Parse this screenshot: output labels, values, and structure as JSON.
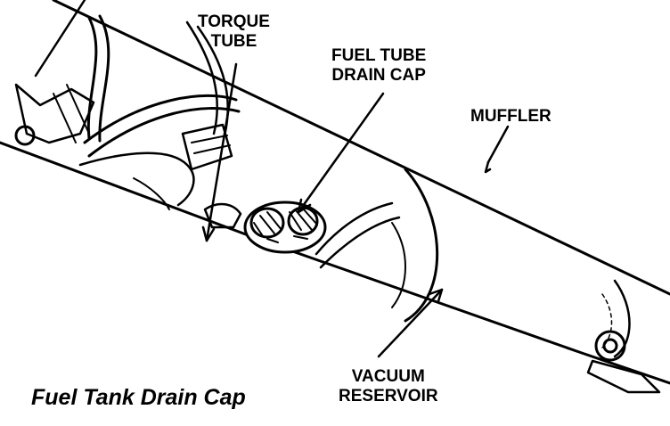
{
  "labels": {
    "torque_tube": [
      "TORQUE",
      "TUBE"
    ],
    "fuel_tube_drain_cap": [
      "FUEL TUBE",
      "DRAIN CAP"
    ],
    "muffler": "MUFFLER",
    "vacuum_reservoir": [
      "VACUUM",
      "RESERVOIR"
    ]
  },
  "caption": "Fuel Tank Drain Cap",
  "colors": {
    "ink": "#000000",
    "paper": "#ffffff"
  }
}
